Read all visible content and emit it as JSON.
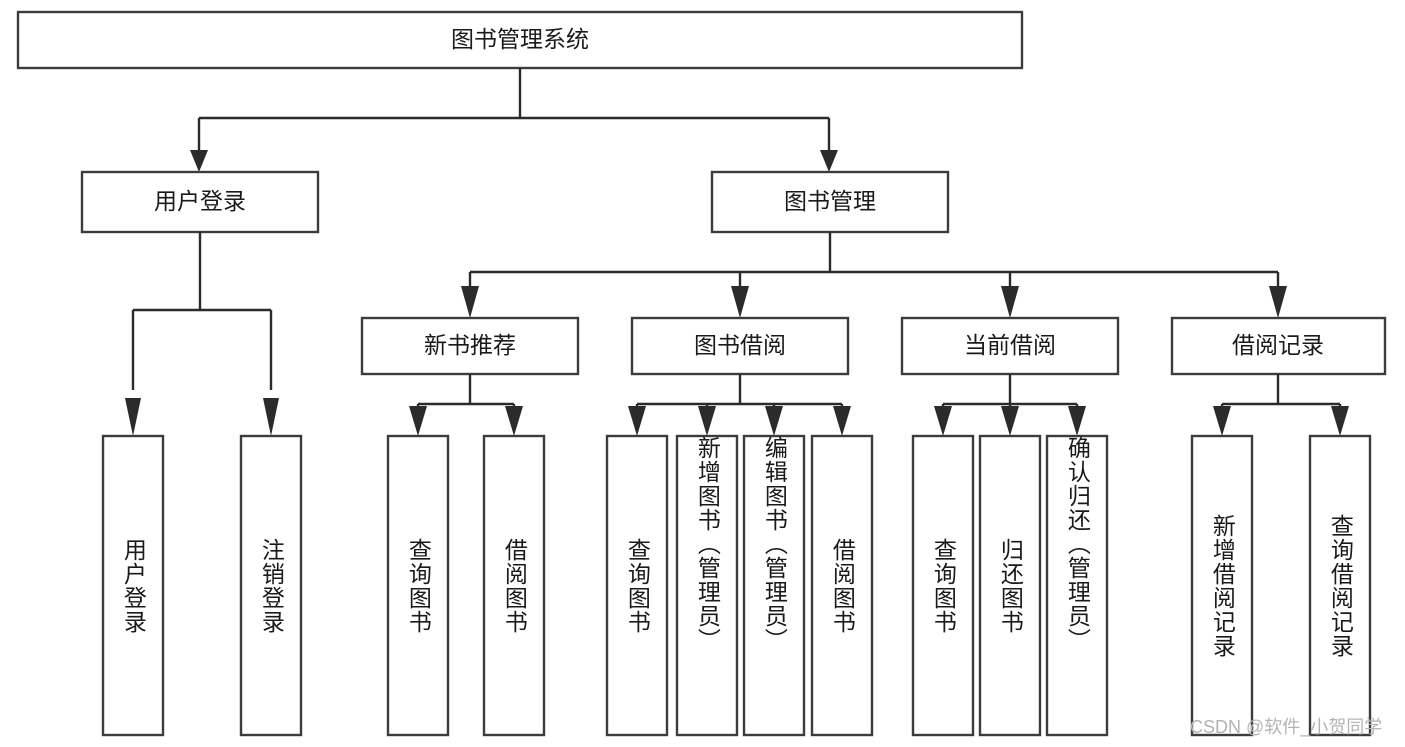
{
  "diagram": {
    "title": "图书管理系统",
    "type": "tree-hierarchy-chart",
    "root": {
      "label": "图书管理系统"
    },
    "level1": [
      {
        "label": "用户登录"
      },
      {
        "label": "图书管理"
      }
    ],
    "level2": [
      {
        "label": "新书推荐"
      },
      {
        "label": "图书借阅"
      },
      {
        "label": "当前借阅"
      },
      {
        "label": "借阅记录"
      }
    ],
    "leaves": {
      "user_login": [
        {
          "label": "用户登录"
        },
        {
          "label": "注销登录"
        }
      ],
      "new_book_recommend": [
        {
          "label": "查询图书"
        },
        {
          "label": "借阅图书"
        }
      ],
      "book_borrow": [
        {
          "label": "查询图书"
        },
        {
          "label": "新增图书（管理员）"
        },
        {
          "label": "编辑图书（管理员）"
        },
        {
          "label": "借阅图书"
        }
      ],
      "current_borrow": [
        {
          "label": "查询图书"
        },
        {
          "label": "归还图书"
        },
        {
          "label": "确认归还（管理员）"
        }
      ],
      "borrow_record": [
        {
          "label": "新增借阅记录"
        },
        {
          "label": "查询借阅记录"
        }
      ]
    }
  },
  "watermark": {
    "text": "CSDN @软件_小贺同学"
  },
  "colors": {
    "box_stroke": "#3c3c3c",
    "connector": "#2b2b2b",
    "text": "#1a1a1a",
    "background": "#ffffff",
    "watermark": "#b4b4b4"
  }
}
